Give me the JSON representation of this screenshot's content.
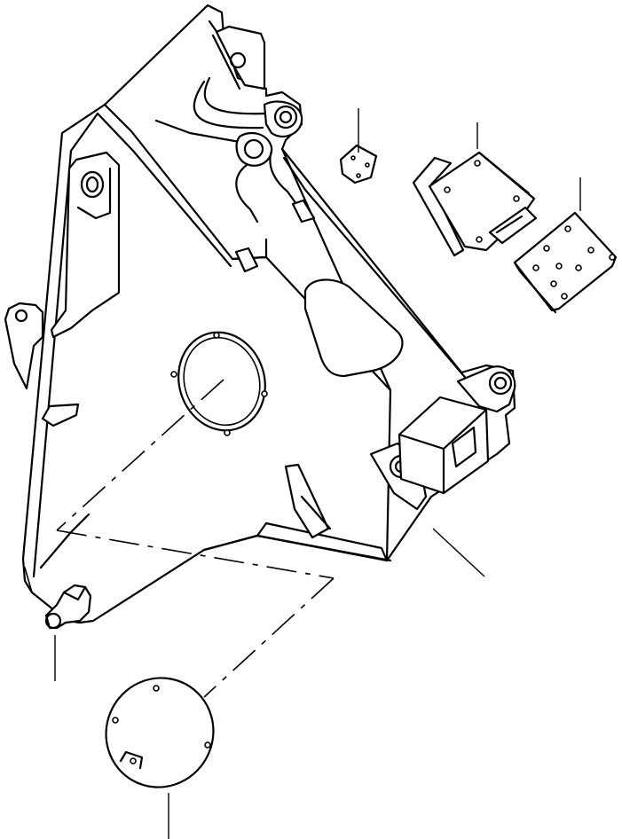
{
  "figure": {
    "kind": "exploded-parts-drawing",
    "subject": "frame-assembly",
    "line_color": "#000000",
    "background_color": "#ffffff",
    "parts": [
      {
        "id": "main-frame",
        "callout": "leader-bottom-right"
      },
      {
        "id": "pivot-pin",
        "callout": "leader-bottom-left"
      },
      {
        "id": "cover-plate",
        "callout": "leader-bottom"
      },
      {
        "id": "spacer-block",
        "callout": "leader-top"
      },
      {
        "id": "mounting-bracket",
        "callout": "leader-top"
      },
      {
        "id": "hole-plate",
        "callout": "leader-top"
      }
    ]
  }
}
